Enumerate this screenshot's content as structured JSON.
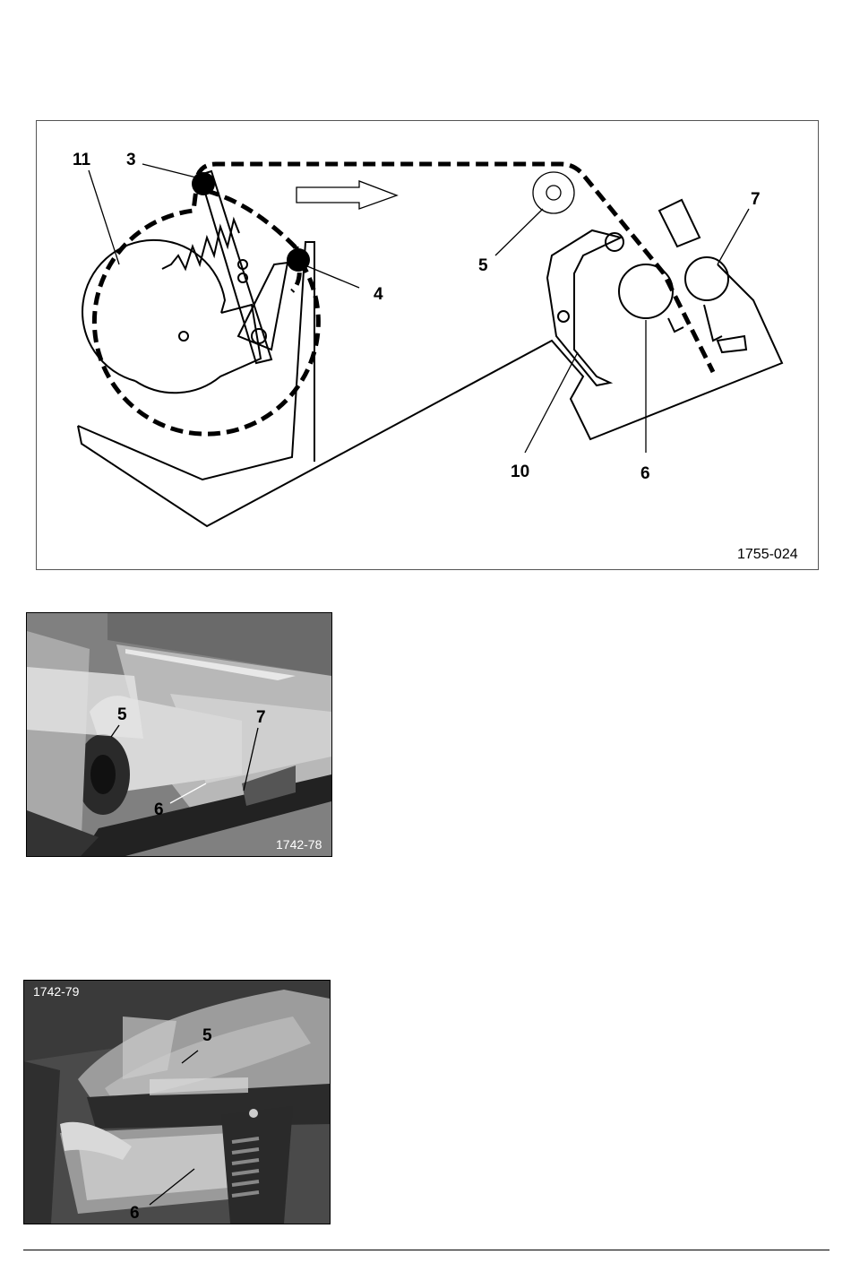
{
  "diagram": {
    "ref": "1755-024",
    "callouts": [
      "11",
      "3",
      "4",
      "5",
      "7",
      "10",
      "6"
    ]
  },
  "photo1": {
    "ref": "1742-78",
    "callouts": [
      "5",
      "7",
      "6"
    ]
  },
  "photo2": {
    "ref": "1742-79",
    "callouts": [
      "5",
      "6"
    ]
  }
}
